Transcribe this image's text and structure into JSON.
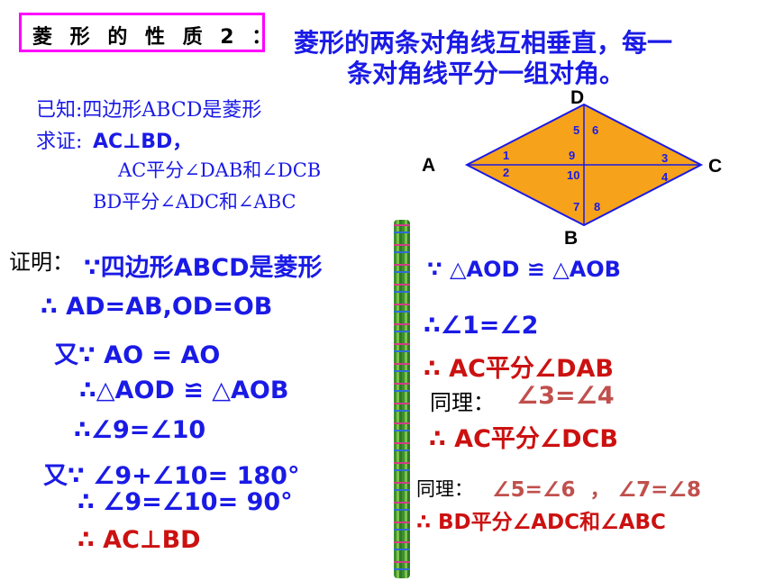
{
  "title_box": {
    "label": "菱 形 的 性 质 2 ："
  },
  "theorem": {
    "line1": "菱形的两条对角线互相垂直，每一",
    "line2": "条对角线平分一组对角。"
  },
  "given": {
    "known": "已知:四边形ABCD是菱形",
    "prove_label": "求证:",
    "prove_1": "AC⊥BD，",
    "prove_2": "AC平分∠DAB和∠DCB",
    "prove_3": "BD平分∠ADC和∠ABC"
  },
  "figure": {
    "vertex_labels": {
      "A": "A",
      "B": "B",
      "C": "C",
      "D": "D"
    },
    "angle_numbers": [
      "1",
      "2",
      "3",
      "4",
      "5",
      "6",
      "7",
      "8",
      "9",
      "10"
    ],
    "fill_color": "#f7a21b"
  },
  "proof_left": {
    "heading": "证明：",
    "line1": "∵四边形ABCD是菱形",
    "line2": "∴ AD=AB,OD=OB",
    "line3": "又∵ AO = AO",
    "line4": "∴△AOD ≌ △AOB",
    "line5": "∴∠9=∠10",
    "line6": "又∵ ∠9+∠10= 180°",
    "line7": "∴ ∠9=∠10= 90°",
    "line8": "∴ AC⊥BD"
  },
  "proof_right": {
    "line1": "∵ △AOD ≌ △AOB",
    "line2": "∴∠1=∠2",
    "line3": "∴ AC平分∠DAB",
    "line4_prefix": "同理：",
    "line4_value": "∠3=∠4",
    "line5": "∴ AC平分∠DCB",
    "line6_prefix": "同理：",
    "line6_value": "∠5=∠6  ， ∠7=∠8",
    "line7": "∴ BD平分∠ADC和∠ABC"
  }
}
